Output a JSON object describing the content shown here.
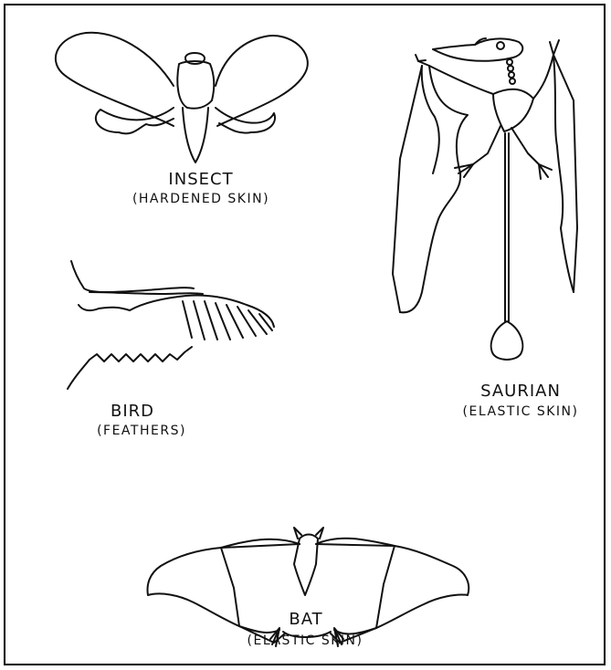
{
  "figure": {
    "creatures": [
      {
        "id": "insect",
        "name": "INSECT",
        "wing_material": "(HARDENED SKIN)"
      },
      {
        "id": "saurian",
        "name": "SAURIAN",
        "wing_material": "(ELASTIC SKIN)"
      },
      {
        "id": "bird",
        "name": "BIRD",
        "wing_material": "(FEATHERS)"
      },
      {
        "id": "bat",
        "name": "BAT",
        "wing_material": "(ELASTIC SKIN)"
      }
    ]
  }
}
